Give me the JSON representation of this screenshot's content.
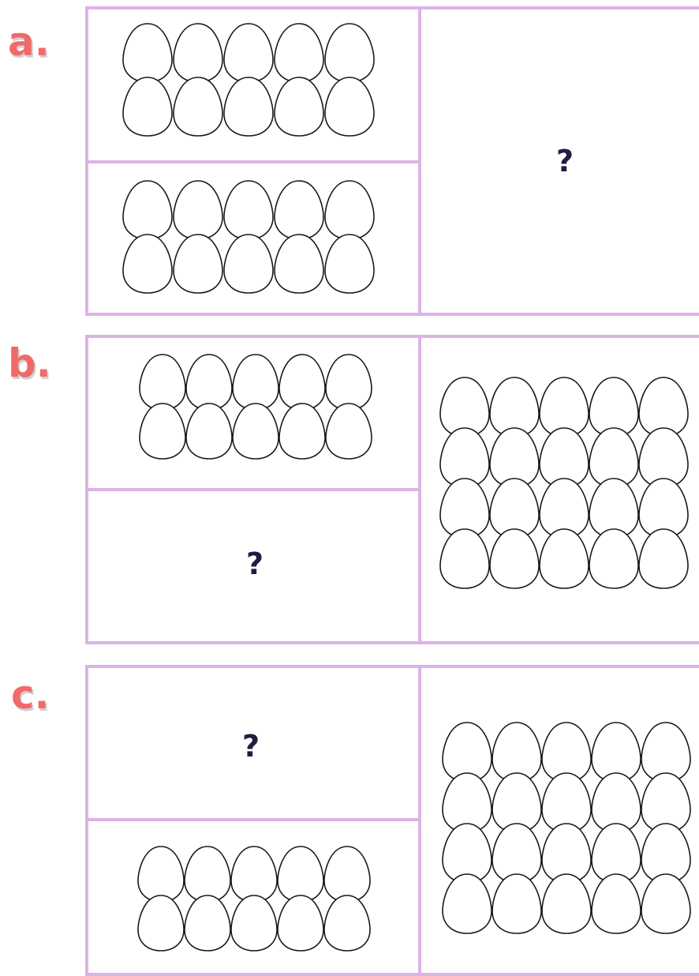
{
  "problems": [
    {
      "label": "a.",
      "left_top_eggs": {
        "rows": 2,
        "cols": 5
      },
      "left_bottom_eggs": {
        "rows": 2,
        "cols": 5
      },
      "right_text": "?"
    },
    {
      "label": "b.",
      "left_top_eggs": {
        "rows": 2,
        "cols": 5
      },
      "left_bottom_text": "?",
      "right_eggs": {
        "rows": 4,
        "cols": 5
      }
    },
    {
      "label": "c.",
      "left_top_text": "?",
      "left_bottom_eggs": {
        "rows": 2,
        "cols": 5
      },
      "right_eggs": {
        "rows": 4,
        "cols": 5
      }
    }
  ],
  "colors": {
    "label": "#f06a6a",
    "border": "#dcb3e6",
    "question": "#1f1d44"
  }
}
